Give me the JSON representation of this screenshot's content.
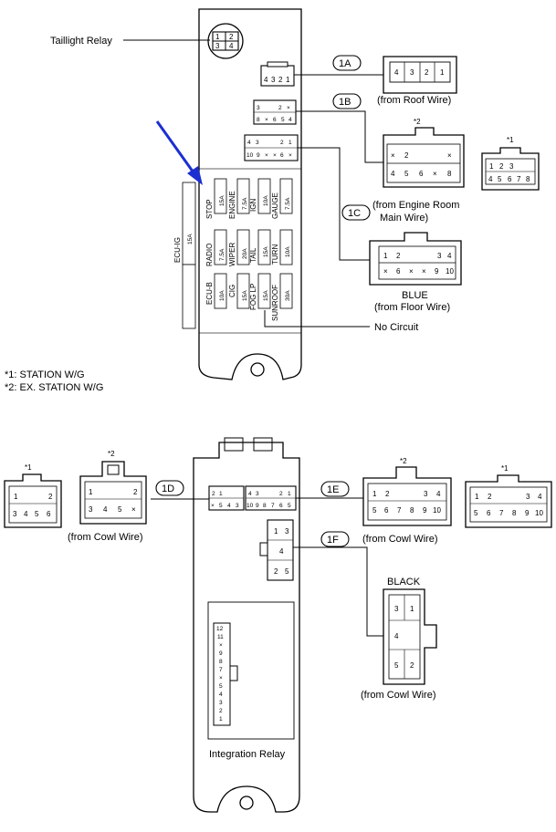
{
  "top": {
    "taillight_relay": "Taillight Relay",
    "relay_pins": [
      "1",
      "2",
      "3",
      "4"
    ],
    "connectors": {
      "1A": {
        "tag": "1A",
        "source": "(from Roof Wire)",
        "pins": [
          "4",
          "3",
          "2",
          "1"
        ]
      },
      "1B": {
        "tag": "1B",
        "source": "(from Engine Room",
        "source2": "Main Wire)",
        "marker": "*2",
        "row1": [
          "×",
          "2",
          "",
          "×"
        ],
        "row2": [
          "4",
          "5",
          "6",
          "×",
          "8"
        ]
      },
      "1B_alt": {
        "marker": "*1",
        "row1": [
          "1",
          "2",
          "3"
        ],
        "row2": [
          "4",
          "5",
          "6",
          "7",
          "8"
        ]
      },
      "1C": {
        "tag": "1C",
        "color": "BLUE",
        "source": "(from Floor Wire)",
        "row1": [
          "1",
          "2",
          "",
          "",
          "3",
          "4"
        ],
        "row2": [
          "×",
          "6",
          "×",
          "×",
          "9",
          "10"
        ]
      }
    },
    "fuses": [
      {
        "name": "STOP",
        "amp": "15A"
      },
      {
        "name": "ENGINE",
        "amp": "7.5A"
      },
      {
        "name": "IGN",
        "amp": "10A"
      },
      {
        "name": "GAUGE",
        "amp": "7.5A"
      },
      {
        "name": "RADIO",
        "amp": "7.5A"
      },
      {
        "name": "WIPER",
        "amp": "20A"
      },
      {
        "name": "TAIL",
        "amp": "15A"
      },
      {
        "name": "TURN",
        "amp": "10A"
      },
      {
        "name": "ECU-IG",
        "amp": "15A"
      },
      {
        "name": "ECU-B",
        "amp": "10A"
      },
      {
        "name": "CIG",
        "amp": "15A"
      },
      {
        "name": "FOG LP",
        "amp": "15A"
      },
      {
        "name": "SUNROOF",
        "amp": "30A"
      }
    ],
    "no_circuit": "No Circuit",
    "footnote1": "*1: STATION W/G",
    "footnote2": "*2: EX. STATION W/G",
    "jb_pins_1A": [
      "4",
      "3",
      "2",
      "1"
    ],
    "jb_pins_1B_r1": [
      "3",
      "",
      "2",
      "×"
    ],
    "jb_pins_1B_r2": [
      "8",
      "×",
      "6",
      "5",
      "4"
    ],
    "jb_pins_1C_r1": [
      "4",
      "3",
      "",
      "2",
      "1"
    ],
    "jb_pins_1C_r2": [
      "10",
      "9",
      "×",
      "×",
      "6",
      "×"
    ]
  },
  "bottom": {
    "integration_relay": "Integration Relay",
    "relay_pins": [
      "12",
      "11",
      "×",
      "9",
      "8",
      "7",
      "×",
      "5",
      "4",
      "3",
      "2",
      "1"
    ],
    "connectors": {
      "1D": {
        "tag": "1D",
        "source": "(from Cowl Wire)",
        "alt": {
          "marker": "*1",
          "row1": [
            "1",
            "2"
          ],
          "row2": [
            "3",
            "4",
            "5",
            "6"
          ]
        },
        "main": {
          "marker": "*2",
          "row1": [
            "1",
            "2"
          ],
          "row2": [
            "3",
            "4",
            "5",
            "×"
          ]
        }
      },
      "1E": {
        "tag": "1E",
        "source": "(from Cowl Wire)",
        "main": {
          "marker": "*2",
          "row1": [
            "1",
            "2",
            "3",
            "4"
          ],
          "row2": [
            "5",
            "6",
            "7",
            "8",
            "9",
            "10"
          ]
        },
        "alt": {
          "marker": "*1",
          "row1": [
            "1",
            "2",
            "3",
            "4"
          ],
          "row2": [
            "5",
            "6",
            "7",
            "8",
            "9",
            "10"
          ]
        }
      },
      "1F": {
        "tag": "1F",
        "color": "BLACK",
        "source": "(from Cowl Wire)",
        "pins": [
          "3",
          "1",
          "4",
          "5",
          "2"
        ]
      }
    },
    "jb_pins_1D_r1": [
      "2",
      "1"
    ],
    "jb_pins_1D_r2": [
      "×",
      "5",
      "4",
      "3"
    ],
    "jb_pins_1E_r1": [
      "4",
      "3",
      "",
      "2",
      "1"
    ],
    "jb_pins_1E_r2": [
      "10",
      "9",
      "8",
      "7",
      "6",
      "5"
    ],
    "jb_pins_1F": [
      "1",
      "3",
      "4",
      "2",
      "5"
    ]
  },
  "colors": {
    "arrow": "#1c2fd1",
    "line": "#000000"
  }
}
